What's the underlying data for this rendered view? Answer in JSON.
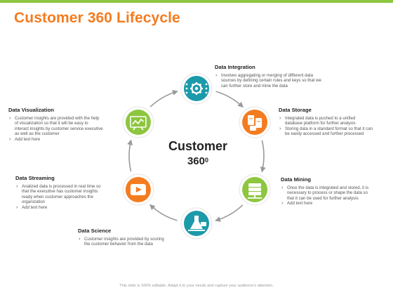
{
  "title": "Customer 360 Lifecycle",
  "center": {
    "line1": "Customer",
    "line2": "360",
    "sup": "0"
  },
  "colors": {
    "title": "#f47c20",
    "topbar": "#8dc63f",
    "teal": "#1b9aaa",
    "orange": "#f47c20",
    "green": "#8dc63f",
    "arrow": "#9a9a9a"
  },
  "nodes": [
    {
      "key": "data-integration",
      "color": "#1b9aaa",
      "icon": "gear-icon"
    },
    {
      "key": "data-storage",
      "color": "#f47c20",
      "icon": "database-icon"
    },
    {
      "key": "data-mining",
      "color": "#8dc63f",
      "icon": "server-icon"
    },
    {
      "key": "data-science",
      "color": "#1b9aaa",
      "icon": "flask-icon"
    },
    {
      "key": "data-streaming",
      "color": "#f47c20",
      "icon": "play-icon"
    },
    {
      "key": "data-visualization",
      "color": "#8dc63f",
      "icon": "chart-icon"
    }
  ],
  "blocks": {
    "integration": {
      "heading": "Data Integration",
      "b1": "Involves aggregating or merging of different data",
      "b1c2": "sources by defining certain rules and keys so that we",
      "b1c3": "can further store and mine the data"
    },
    "storage": {
      "heading": "Data Storage",
      "b1": "Integrated data is pushed to a unified",
      "b1c2": "database platform for further analysis",
      "b2": "Storing data in a standard format so that it can",
      "b2c2": "be easily accessed and further processed"
    },
    "mining": {
      "heading": "Data Mining",
      "b1": "Once the data is integrated and stored, it is",
      "b1c2": "necessary to process or shape the data so",
      "b1c3": "that it can be used for further analysis",
      "b2": "Add text here"
    },
    "science": {
      "heading": "Data Science",
      "b1": "Customer insights are provided by scoring",
      "b1c2": "the customer behavior from the data"
    },
    "streaming": {
      "heading": "Data Streaming",
      "b1": "Analized  data is processed in real time so",
      "b1c2": "that the executive has customer insights",
      "b1c3": "ready when customer approaches the",
      "b1c4": "organization",
      "b2": "Add text here"
    },
    "visualization": {
      "heading": "Data Visualization",
      "b1": "Customer insights are provided with the help",
      "b1c2": "of visualization so that it will be easy to",
      "b1c3": "interact insights by customer service executive",
      "b1c4": "as well as the customer",
      "b2": "Add text here"
    }
  },
  "footer": "This slide is 100% editable. Adapt it to your needs and capture your audience's attention."
}
